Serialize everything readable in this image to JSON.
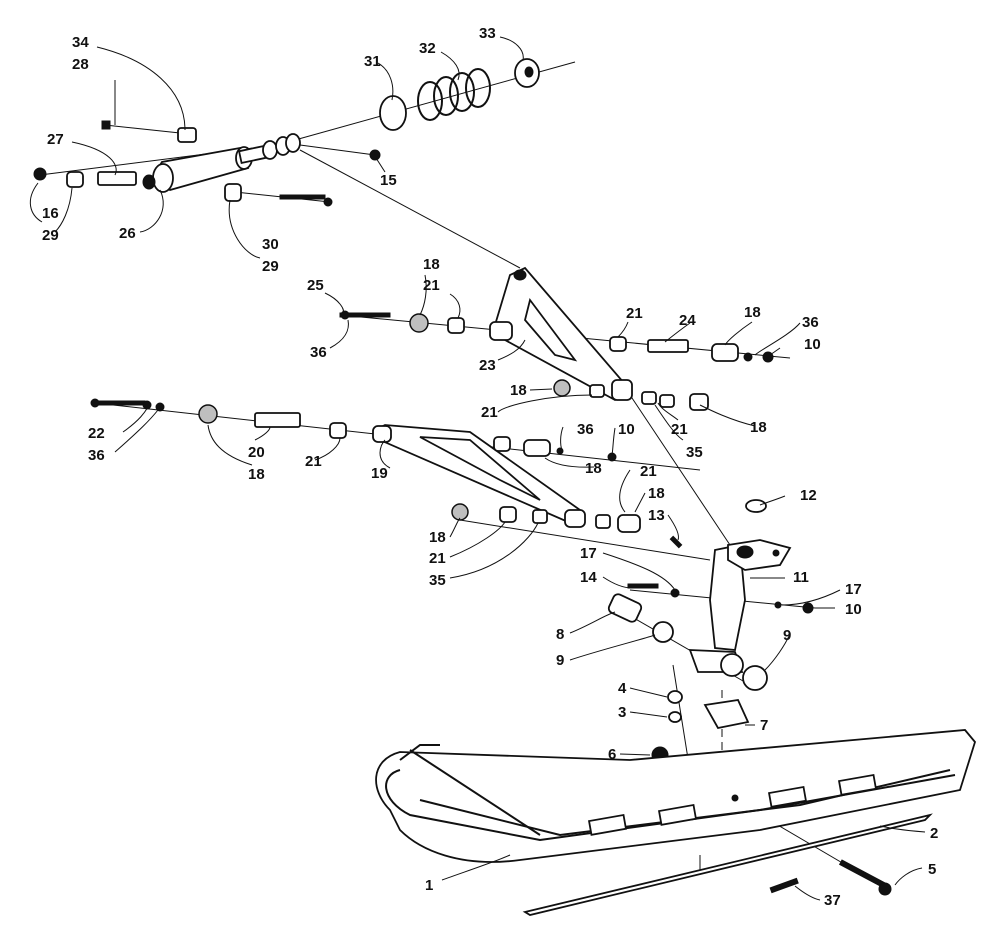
{
  "diagram": {
    "part_callouts": [
      "1",
      "2",
      "3",
      "4",
      "5",
      "6",
      "7",
      "8",
      "9",
      "10",
      "11",
      "12",
      "13",
      "14",
      "15",
      "16",
      "17",
      "18",
      "19",
      "20",
      "21",
      "22",
      "23",
      "24",
      "25",
      "26",
      "27",
      "28",
      "29",
      "30",
      "31",
      "32",
      "33",
      "34",
      "35",
      "36",
      "37"
    ],
    "colors": {
      "ink": "#111111",
      "background": "#ffffff",
      "part_fill": "#bfbfbf"
    }
  }
}
